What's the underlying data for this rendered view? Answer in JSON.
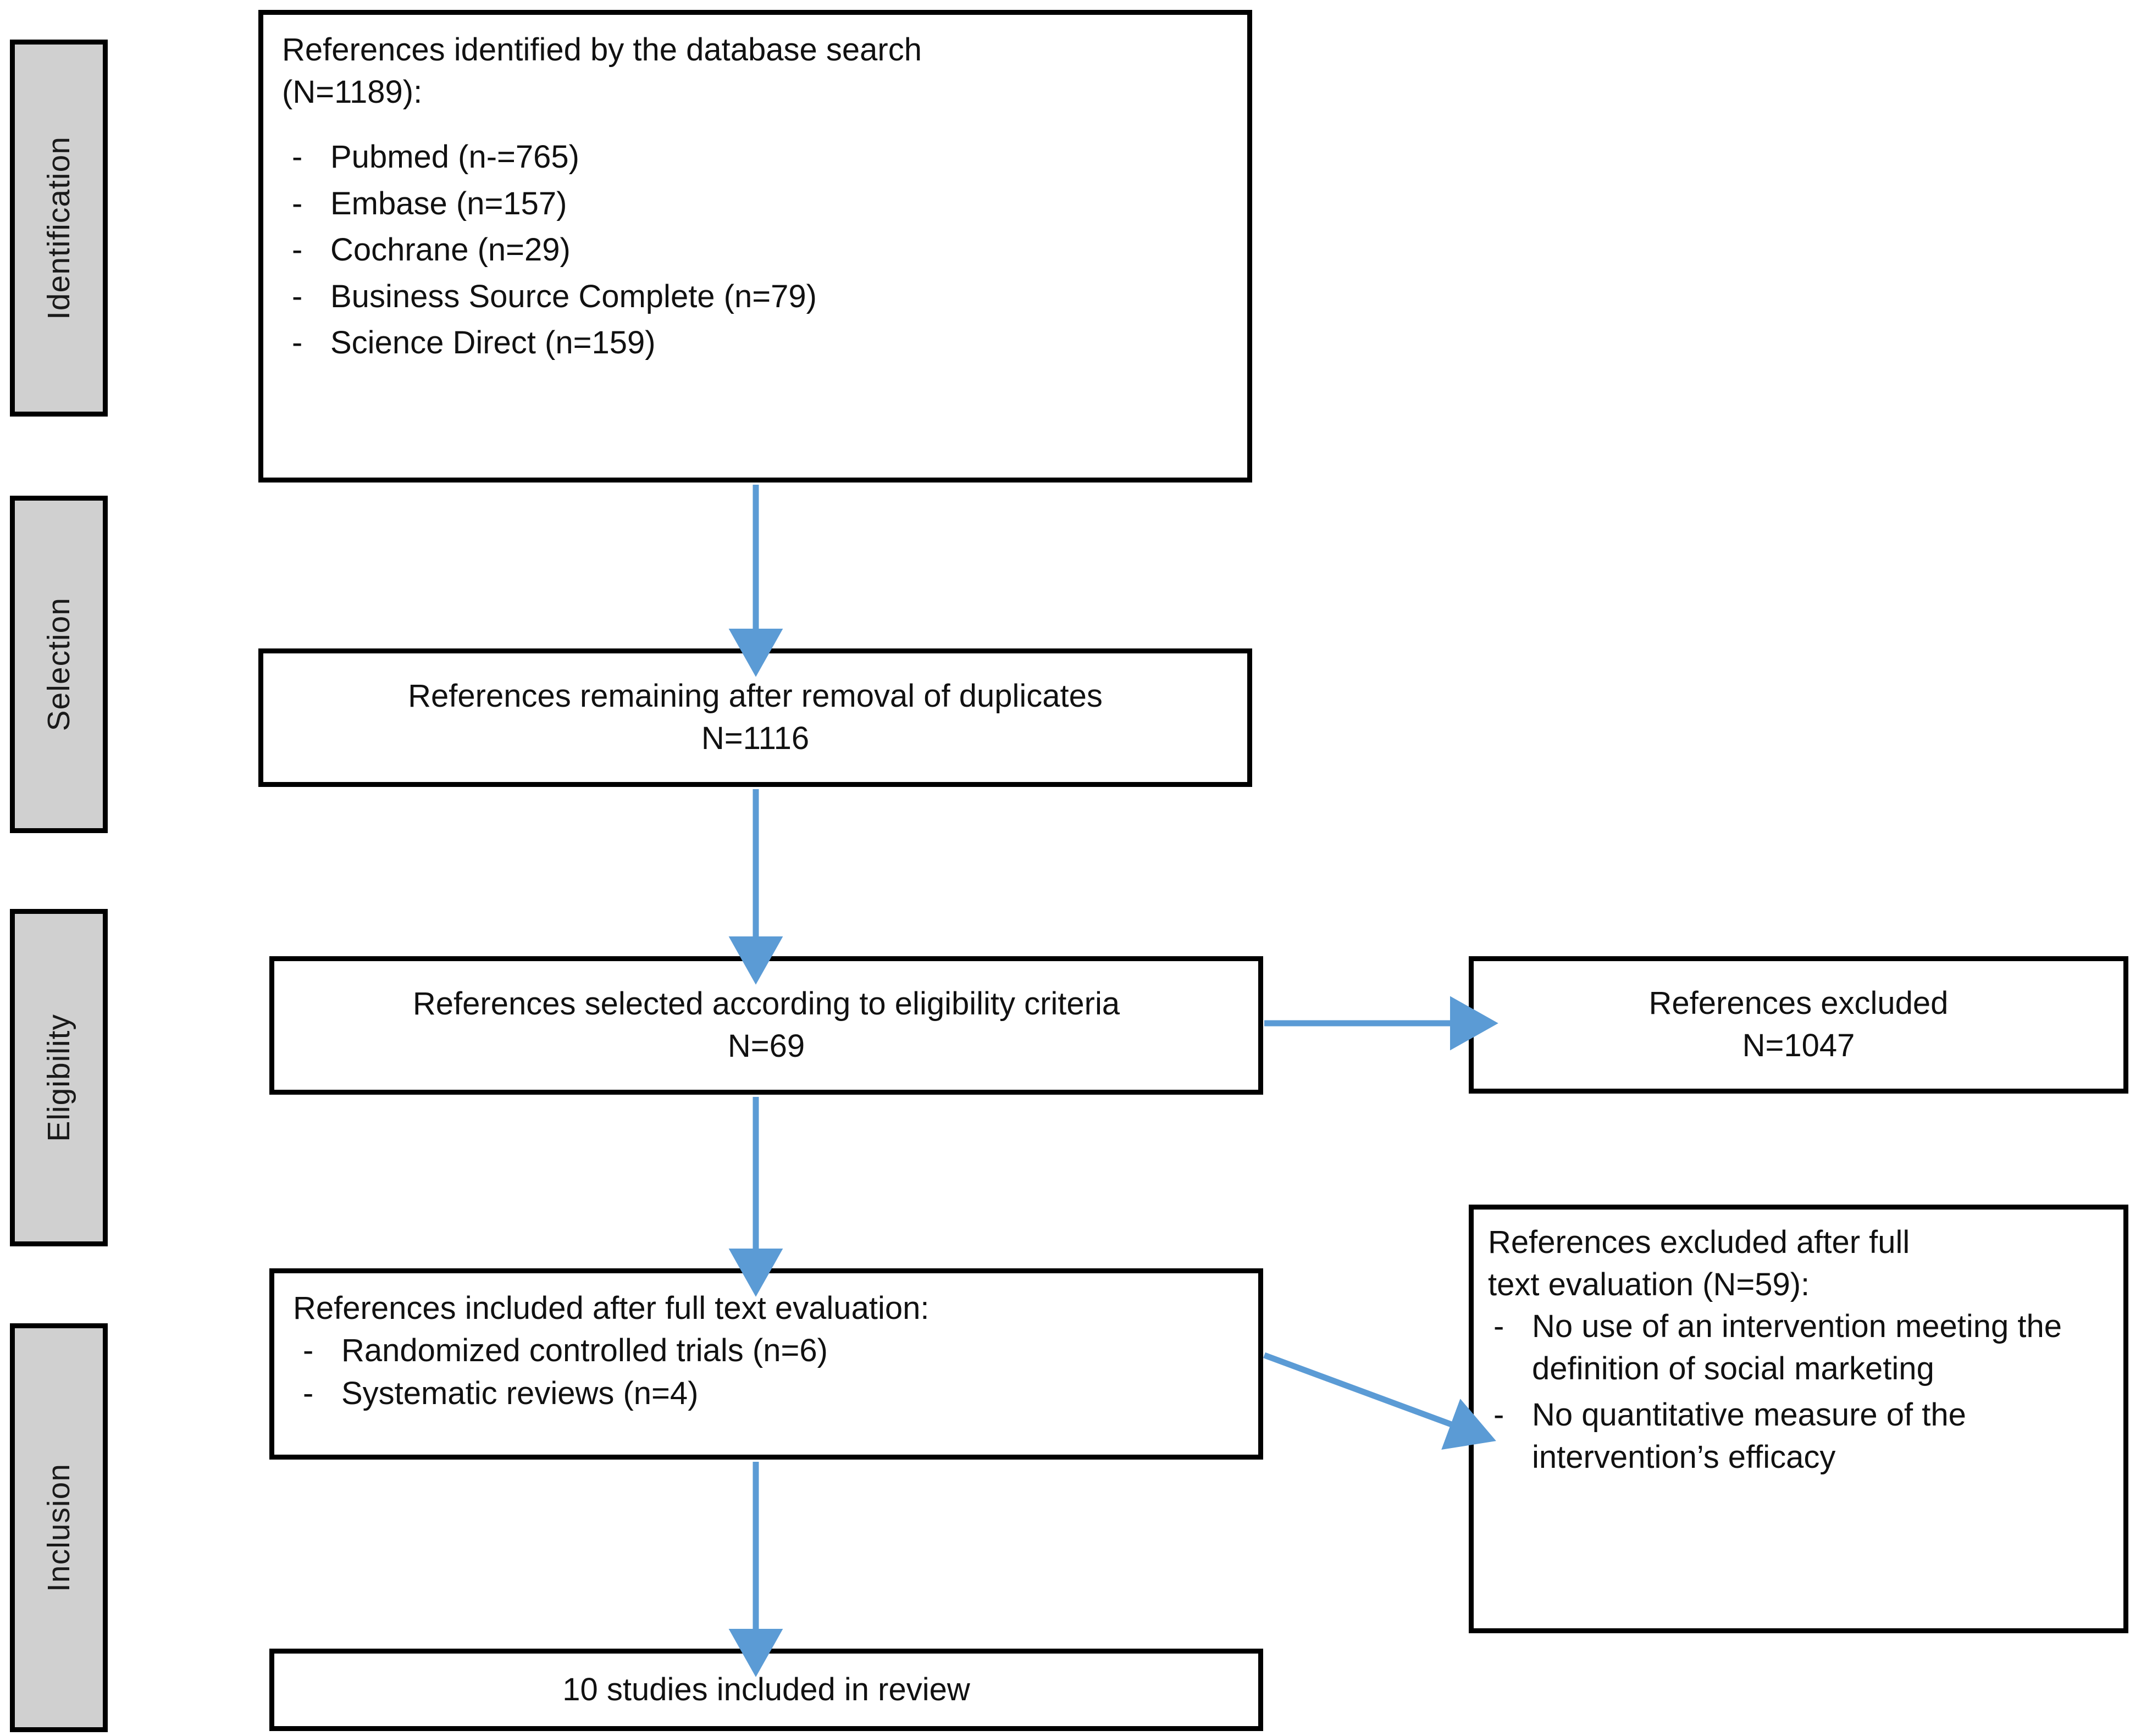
{
  "stages": [
    {
      "label": "Identification"
    },
    {
      "label": "Selection"
    },
    {
      "label": "Eligibility"
    },
    {
      "label": "Inclusion"
    }
  ],
  "boxes": {
    "identified": {
      "title": "References identified by the database search",
      "subtitle": "(N=1189):",
      "items": [
        "Pubmed (n-=765)",
        "Embase (n=157)",
        "Cochrane (n=29)",
        "Business Source Complete (n=79)",
        "Science Direct (n=159)"
      ],
      "bullet": "-"
    },
    "duplicates_removed": {
      "title": "References remaining after removal of duplicates",
      "subtitle": "N=1116"
    },
    "eligibility_selected": {
      "title": "References selected according to eligibility criteria",
      "subtitle": "N=69"
    },
    "excluded_simple": {
      "title": "References excluded",
      "subtitle": "N=1047"
    },
    "included_fulltext": {
      "title": "References included  after full text evaluation:",
      "items": [
        "Randomized controlled trials (n=6)",
        "Systematic reviews (n=4)"
      ],
      "bullet": "-"
    },
    "excluded_fulltext": {
      "title_line1": "References excluded after full",
      "title_line2": "text evaluation (N=59):",
      "items": [
        "No use of an intervention meeting the definition of social marketing",
        "No quantitative measure of the intervention’s efficacy"
      ],
      "bullet": "-"
    },
    "final": {
      "title": "10 studies included  in review"
    }
  },
  "colors": {
    "arrow": "#5B9BD5",
    "box_border": "#000000",
    "box_fill": "#FFFFFF",
    "stage_fill": "#D0D0D0",
    "text": "#111111"
  },
  "arrows": [
    {
      "name": "identified-to-duplicates",
      "direction": "down"
    },
    {
      "name": "duplicates-to-eligibility",
      "direction": "down"
    },
    {
      "name": "eligibility-to-excluded",
      "direction": "right"
    },
    {
      "name": "eligibility-to-included",
      "direction": "down"
    },
    {
      "name": "included-to-excluded-fulltext",
      "direction": "diagonal-down-right"
    },
    {
      "name": "included-to-final",
      "direction": "down"
    }
  ]
}
